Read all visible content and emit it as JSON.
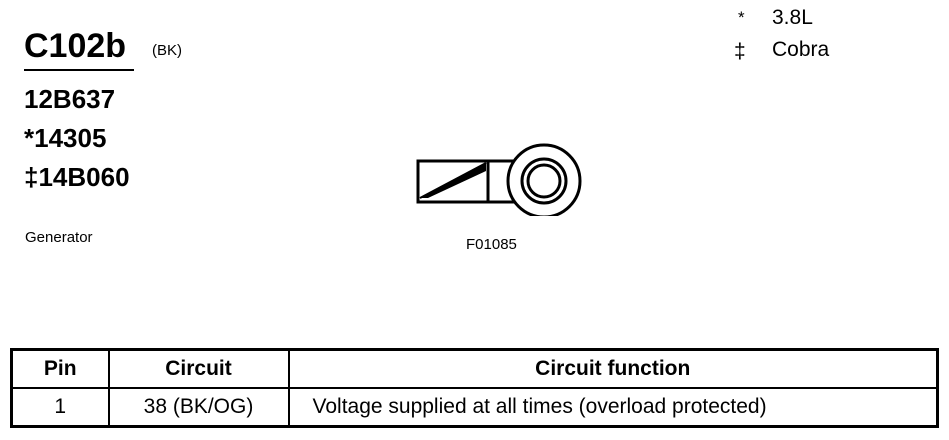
{
  "connector": {
    "id": "C102b",
    "color": "(BK)",
    "part_numbers": [
      "12B637",
      "*14305",
      "‡14B060"
    ],
    "component": "Generator",
    "figure_code": "F01085"
  },
  "legend": [
    {
      "symbol": "*",
      "label": "3.8L"
    },
    {
      "symbol": "‡",
      "label": "Cobra"
    }
  ],
  "table": {
    "headers": [
      "Pin",
      "Circuit",
      "Circuit function"
    ],
    "rows": [
      {
        "pin": "1",
        "circuit": "38 (BK/OG)",
        "function": "Voltage supplied at all times (overload protected)"
      }
    ]
  }
}
